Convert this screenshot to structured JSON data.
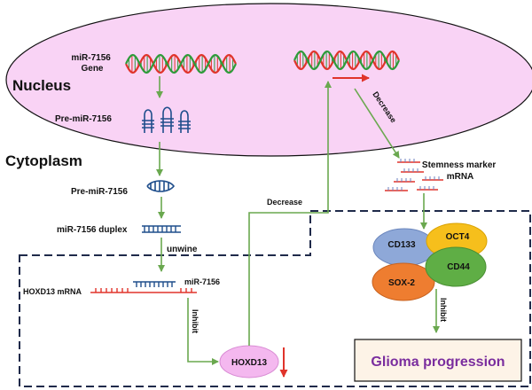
{
  "compartments": {
    "nucleus": "Nucleus",
    "cytoplasm": "Cytoplasm"
  },
  "labels": {
    "gene": [
      "miR-7156",
      "Gene"
    ],
    "pre_mir_nuclear": "Pre-miR-7156",
    "pre_mir_cyto": "Pre-miR-7156",
    "duplex": "miR-7156 duplex",
    "unwine": "unwine",
    "mir_mature": "miR-7156",
    "hoxd13_mrna": "HOXD13 mRNA",
    "hoxd13": "HOXD13",
    "stemness": [
      "Stemness marker",
      "mRNA"
    ],
    "cd133": "CD133",
    "oct4": "OCT4",
    "cd44": "CD44",
    "sox2": "SOX-2",
    "glioma": "Glioma progression"
  },
  "edge_labels": {
    "inhibit_hoxd13": "Inhibit",
    "decrease_left": "Decrease",
    "decrease_right": "Decrease",
    "inhibit_glioma": "Inhibit"
  },
  "colors": {
    "nucleus_fill": "#f9d3f5",
    "arrow_green": "#6aa84f",
    "dna_red": "#e0342b",
    "dna_green": "#2e9b3a",
    "cd133": "#8ea8d8",
    "oct4": "#f6bf1c",
    "cd44": "#5fae45",
    "sox2": "#ee7d30",
    "hoxd13": "#f4b8ef",
    "glioma_text": "#7a2d9e",
    "glioma_box": "#fdf3e7"
  }
}
